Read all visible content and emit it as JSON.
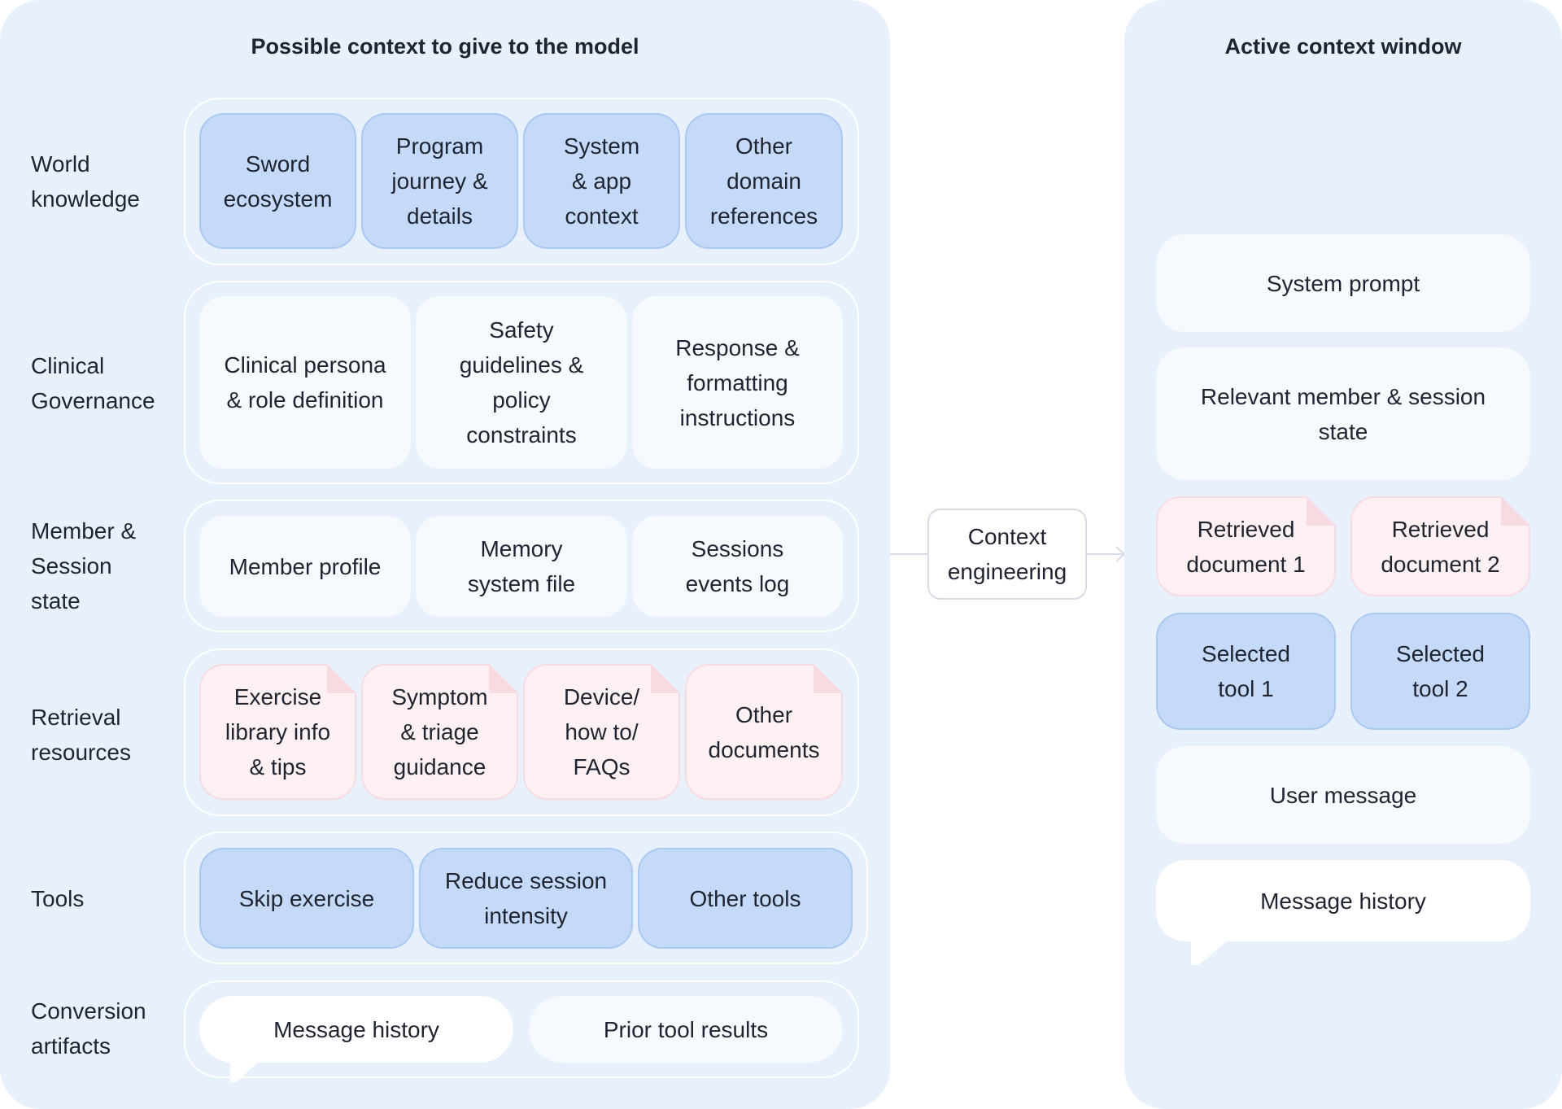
{
  "left_panel": {
    "title": "Possible context to give to the model",
    "rows": [
      {
        "label": "World\nknowledge",
        "items": [
          "Sword\necosystem",
          "Program\njourney &\ndetails",
          "System\n& app\ncontext",
          "Other\ndomain\nreferences"
        ]
      },
      {
        "label": "Clinical\nGovernance",
        "items": [
          "Clinical persona\n& role definition",
          "Safety\nguidelines &\npolicy\nconstraints",
          "Response &\nformatting\ninstructions"
        ]
      },
      {
        "label": "Member &\nSession\nstate",
        "items": [
          "Member profile",
          "Memory\nsystem file",
          "Sessions\nevents log"
        ]
      },
      {
        "label": "Retrieval\nresources",
        "items": [
          "Exercise\nlibrary info\n& tips",
          "Symptom\n& triage\nguidance",
          "Device/\nhow to/\nFAQs",
          "Other\ndocuments"
        ]
      },
      {
        "label": "Tools",
        "items": [
          "Skip exercise",
          "Reduce session\nintensity",
          "Other tools"
        ]
      },
      {
        "label": "Conversion\nartifacts",
        "items": [
          "Message history",
          "Prior tool results"
        ]
      }
    ]
  },
  "center": {
    "label": "Context\nengineering"
  },
  "right_panel": {
    "title": "Active context window",
    "system_prompt": "System prompt",
    "member_state": "Relevant member & session\nstate",
    "documents": [
      "Retrieved\ndocument 1",
      "Retrieved\ndocument 2"
    ],
    "tools": [
      "Selected\ntool 1",
      "Selected\ntool 2"
    ],
    "user_message": "User message",
    "message_history": "Message history"
  },
  "colors": {
    "panel": "#e8f0fc",
    "blue_box": "#c5daf9",
    "white_box": "#f6f9fe",
    "pink_doc": "#fdf0f3",
    "text": "#1f2430"
  }
}
